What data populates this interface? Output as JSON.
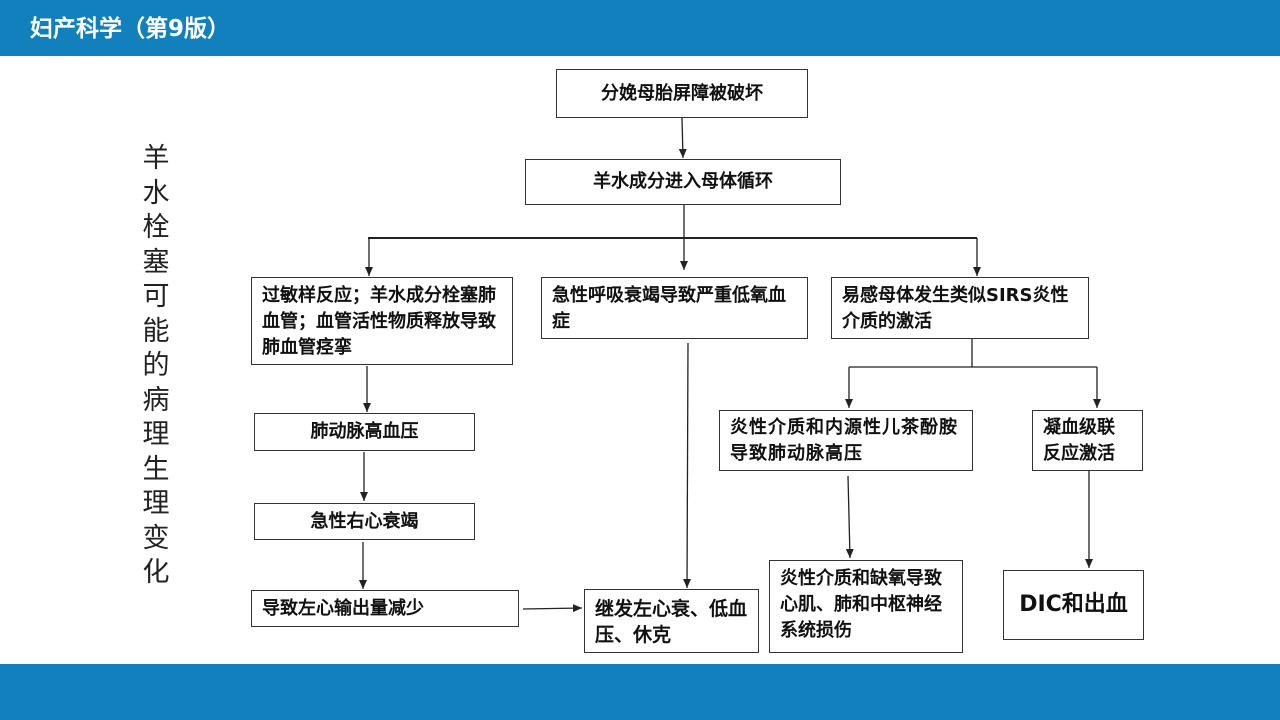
{
  "header": {
    "title": "妇产科学（第9版）"
  },
  "side_title": [
    "羊",
    "水",
    "栓",
    "塞",
    "可",
    "能",
    "的",
    "病",
    "理",
    "生",
    "理",
    "变",
    "化"
  ],
  "colors": {
    "bar": "#1280bd",
    "box_border": "#333333",
    "text": "#111111"
  },
  "nodes": {
    "barrier": "分娩母胎屏障被破坏",
    "entry": "羊水成分进入母体循环",
    "allergy": "过敏样反应；羊水成分栓塞肺血管；血管活性物质释放导致肺血管痉挛",
    "resp": "急性呼吸衰竭导致严重低氧血症",
    "sirs": "易感母体发生类似SIRS炎性介质的激活",
    "pulm_htn": "肺动脉高血压",
    "rhf": "急性右心衰竭",
    "lv_out": "导致左心输出量减少",
    "shock": "继发左心衰、低血压、休克",
    "inflam_cat": "炎性介质和内源性儿茶酚胺导致肺动脉高压",
    "coag": "凝血级联反应激活",
    "damage": "炎性介质和缺氧导致心肌、肺和中枢神经系统损伤",
    "dic": "DIC和出血"
  }
}
